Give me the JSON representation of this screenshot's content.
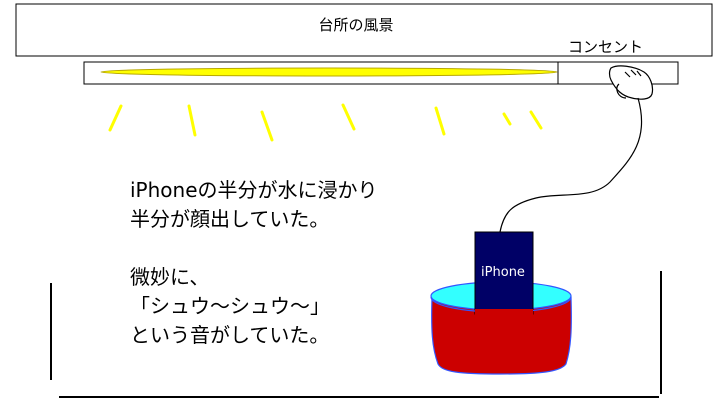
{
  "title": "台所の風景",
  "outlet_label": "コンセント",
  "phone_label": "iPhone",
  "story": {
    "line1": "iPhoneの半分が水に浸かり",
    "line2": "半分が顔出していた。",
    "line3": "微妙に、",
    "line4": "「シュウ〜シュウ〜」",
    "line5": "という音がしていた。"
  },
  "colors": {
    "light": "#ffff00",
    "water": "#33ffff",
    "bowl": "#cc0000",
    "bowl_outline": "#3355ff",
    "phone": "#000066",
    "stroke": "#000000"
  }
}
